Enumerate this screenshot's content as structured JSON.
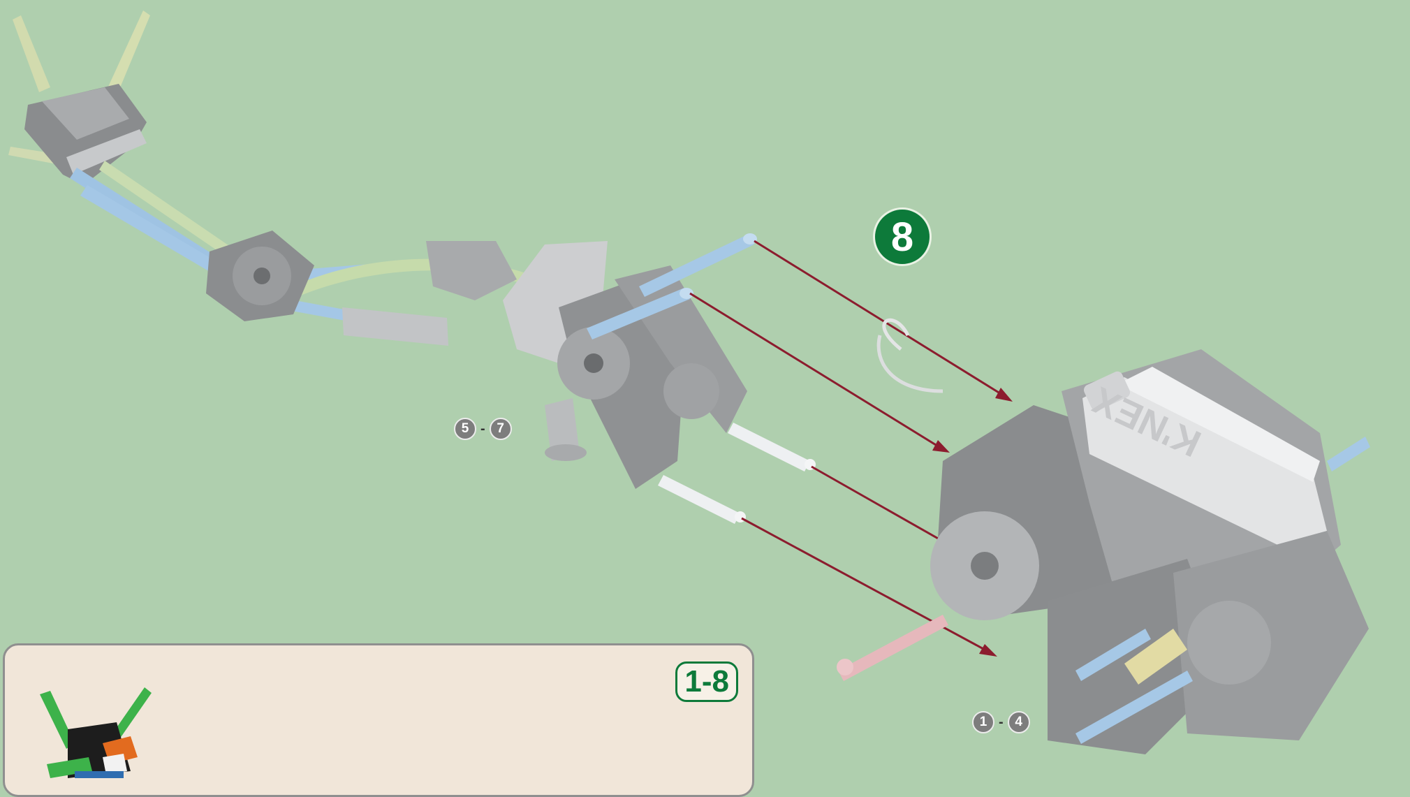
{
  "step": {
    "number": "8"
  },
  "references": [
    {
      "from": "5",
      "dash": "-",
      "to": "7"
    },
    {
      "from": "1",
      "dash": "-",
      "to": "4"
    }
  ],
  "sub_panel": {
    "range_label": "1-8"
  },
  "motor": {
    "brand_mark": "K'NEX"
  },
  "colors": {
    "background": "#afcfae",
    "step_badge": "#0d7a3a",
    "panel_bg": "#f1e6d9",
    "arrow": "#8c1c2e"
  }
}
